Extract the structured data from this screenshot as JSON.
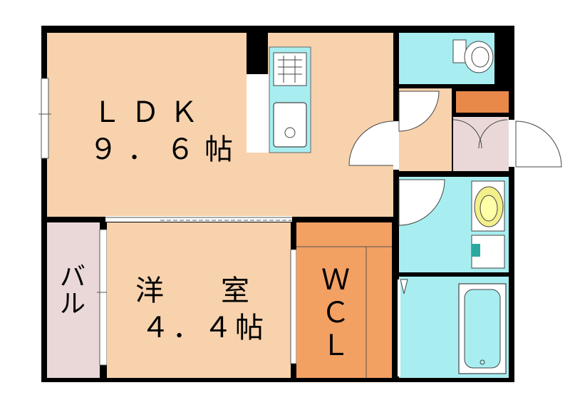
{
  "rooms": {
    "ldk": {
      "name": "ＬＤＫ",
      "size": "９．６帖",
      "color": "#f7d2ad"
    },
    "western": {
      "name": "洋　　室",
      "size": "４．４帖",
      "color": "#f7d2ad"
    },
    "balcony": {
      "name": "バル",
      "color": "#ead8d8"
    },
    "wcl": {
      "name": "ＷＣＬ",
      "color": "#f3a063"
    },
    "wet_areas": {
      "color": "#a8eef0"
    },
    "entrance": {
      "color": "#ead8d8"
    },
    "shoebox": {
      "color": "#e8894a"
    }
  },
  "fixtures": [
    "kitchen-stove",
    "kitchen-sink",
    "toilet",
    "washbasin",
    "bathtub",
    "washing-machine"
  ]
}
